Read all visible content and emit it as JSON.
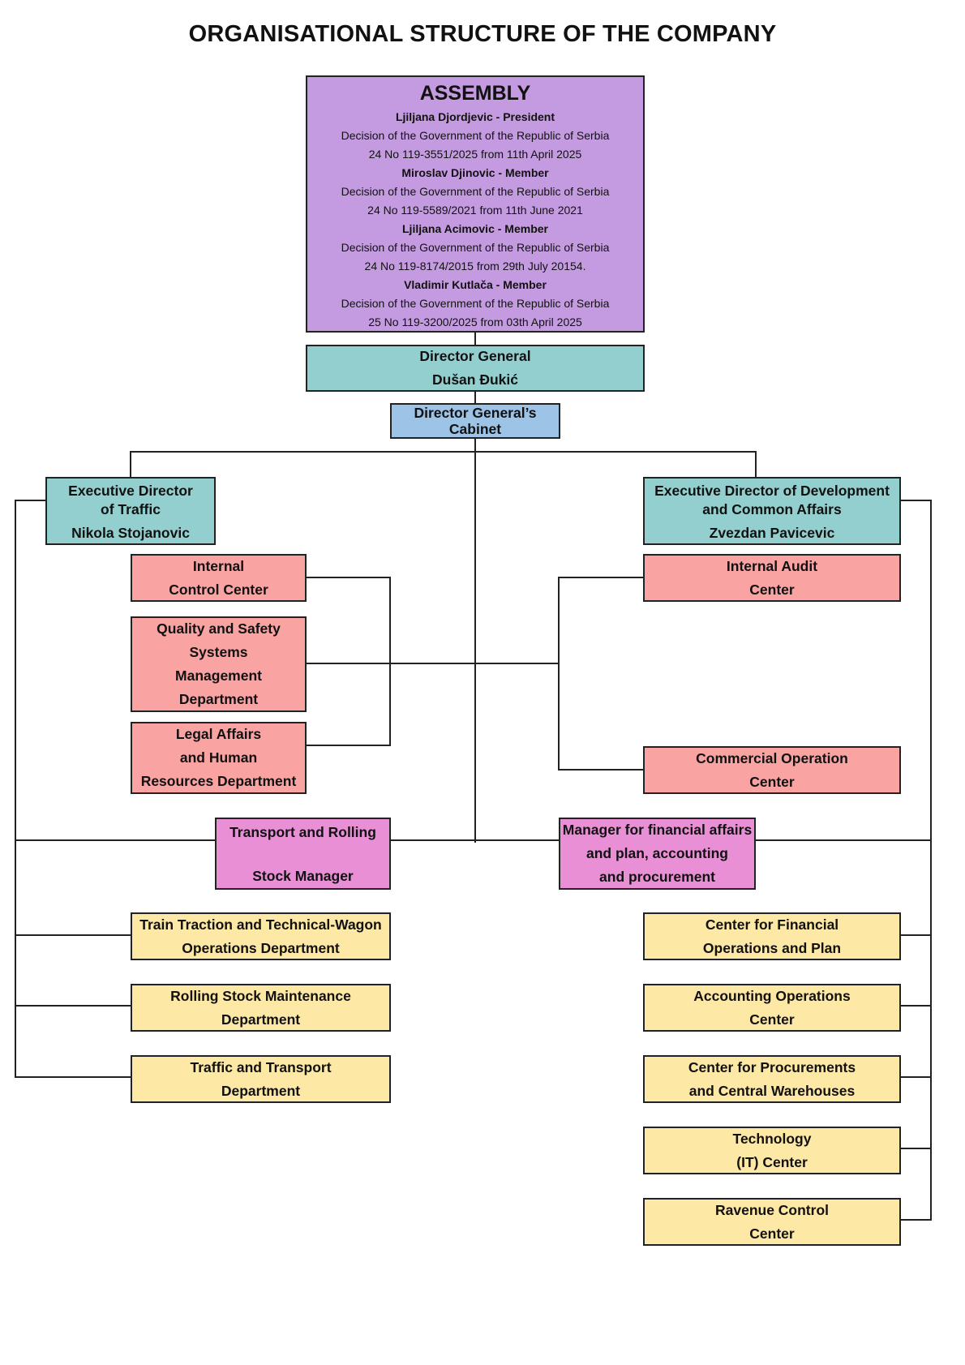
{
  "title": "ORGANISATIONAL STRUCTURE OF THE COMPANY",
  "assembly": {
    "heading": "ASSEMBLY",
    "members": [
      {
        "name": "Ljiljana Djordjevic - President",
        "decision": "Decision of the Government of the Republic of Serbia",
        "ref": "24 No 119-3551/2025 from 11th April 2025"
      },
      {
        "name": "Miroslav Djinovic - Member",
        "decision": "Decision of the Government of the Republic of Serbia",
        "ref": "24 No 119-5589/2021 from 11th June 2021"
      },
      {
        "name": "Ljiljana Acimovic - Member",
        "decision": "Decision of the Government of the Republic of Serbia",
        "ref": "24 No 119-8174/2015 from 29th July 20154."
      },
      {
        "name": "Vladimir Kutlača - Member",
        "decision": "Decision of the Government of the Republic of Serbia",
        "ref": "25 No 119-3200/2025 from 03th April 2025"
      }
    ]
  },
  "director_general": {
    "title": "Director General",
    "name": "Dušan Đukić"
  },
  "cabinet": {
    "line1": "Director General’s",
    "line2": "Cabinet"
  },
  "exec_traffic": {
    "line1": "Executive Director",
    "line2": "of Traffic",
    "name": "Nikola Stojanovic"
  },
  "exec_development": {
    "line1": "Executive Director of Development",
    "line2": "and Common Affairs",
    "name": "Zvezdan Pavicevic"
  },
  "internal_control": {
    "line1": "Internal",
    "line2": "Control Center"
  },
  "quality_safety": {
    "line1": "Quality and Safety",
    "line2": "Systems",
    "line3": "Management",
    "line4": "Department"
  },
  "legal_affairs": {
    "line1": "Legal Affairs",
    "line2": "and Human",
    "line3": "Resources Department"
  },
  "internal_audit": {
    "line1": "Internal Audit",
    "line2": "Center"
  },
  "commercial": {
    "line1": "Commercial Operation",
    "line2": "Center"
  },
  "transport_manager": {
    "line1": "Transport and Rolling",
    "line2": "Stock Manager"
  },
  "financial_manager": {
    "line1": "Manager for financial affairs",
    "line2": "and plan, accounting",
    "line3": "and procurement"
  },
  "train_traction": {
    "line1": "Train Traction and Technical-Wagon",
    "line2": "Operations Department"
  },
  "rolling_stock": {
    "line1": "Rolling Stock Maintenance",
    "line2": "Department"
  },
  "traffic_transport": {
    "line1": "Traffic and Transport",
    "line2": "Department"
  },
  "financial_ops": {
    "line1": "Center for Financial",
    "line2": "Operations and Plan"
  },
  "accounting_ops": {
    "line1": "Accounting Operations",
    "line2": "Center"
  },
  "procurements": {
    "line1": "Center for Procurements",
    "line2": "and Central Warehouses"
  },
  "technology": {
    "line1": "Technology",
    "line2": "(IT) Center"
  },
  "revenue": {
    "line1": "Ravenue Control",
    "line2": "Center"
  }
}
